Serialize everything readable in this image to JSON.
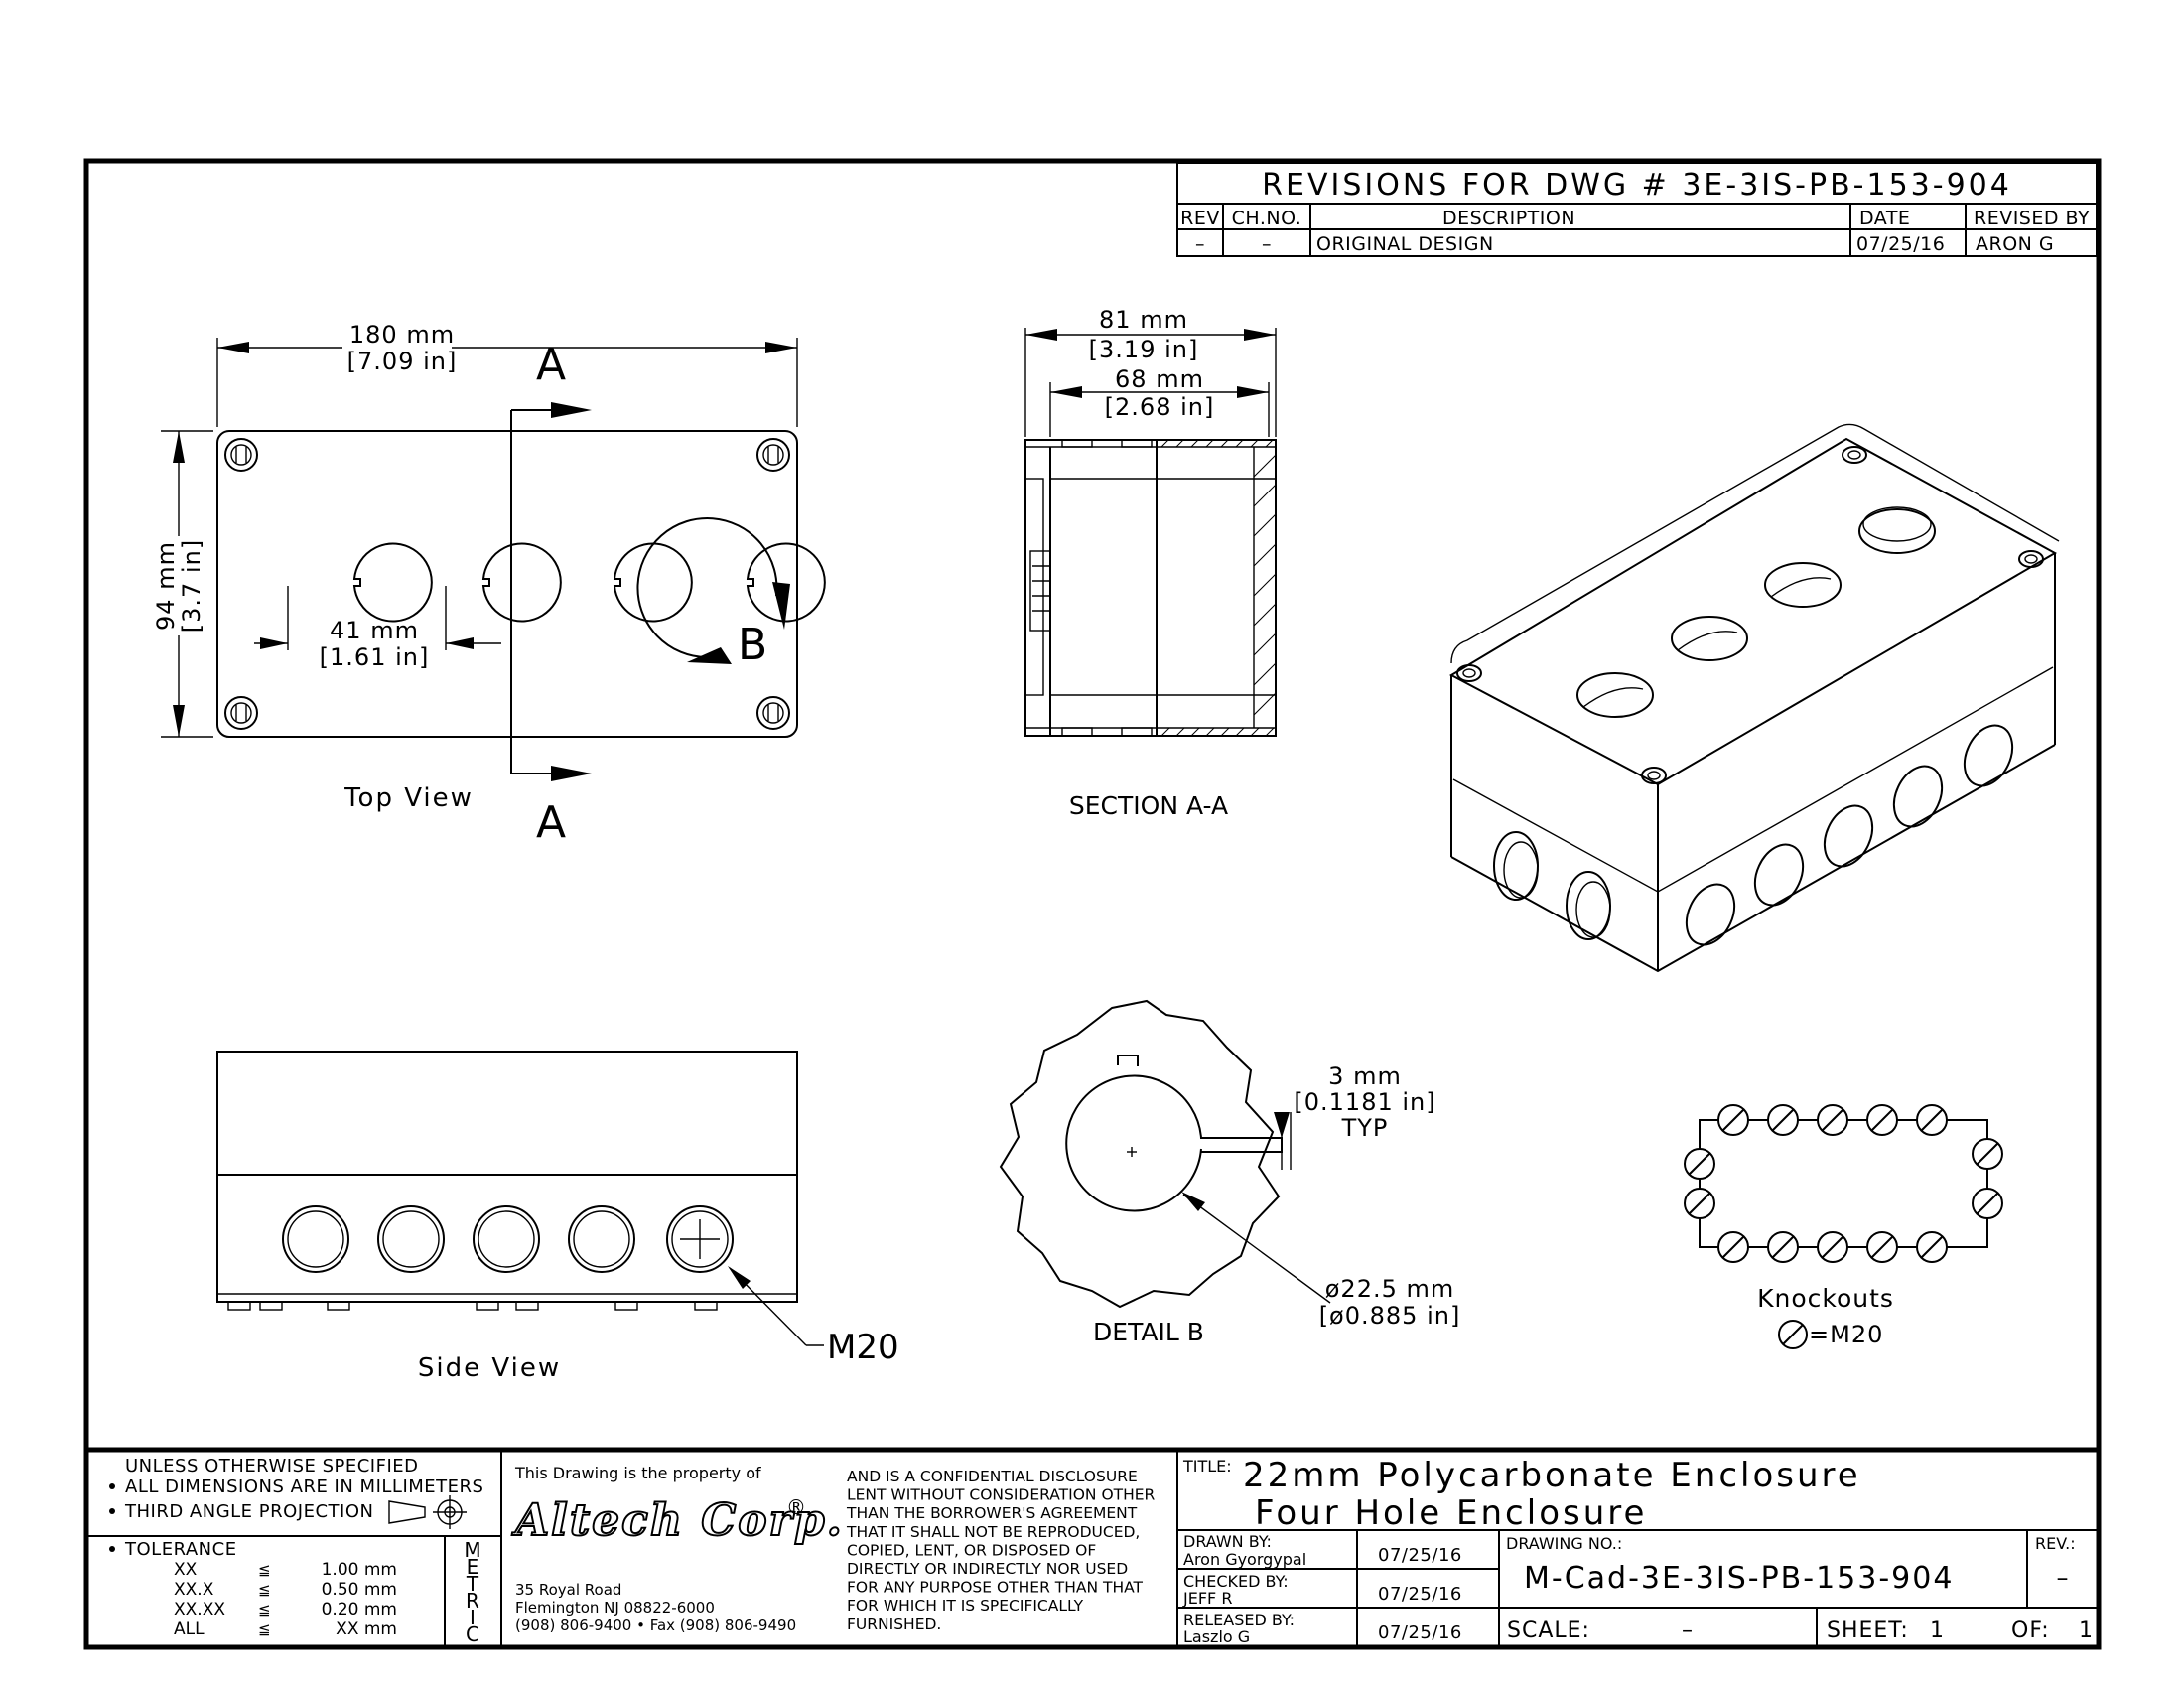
{
  "revisions": {
    "title": "REVISIONS FOR DWG # 3E-3IS-PB-153-904",
    "headers": [
      "REV",
      "CH.NO.",
      "DESCRIPTION",
      "DATE",
      "REVISED BY"
    ],
    "rows": [
      [
        "–",
        "–",
        "ORIGINAL DESIGN",
        "07/25/16",
        "ARON G"
      ]
    ]
  },
  "top_view": {
    "width_mm": "180 mm",
    "width_in": "[7.09 in]",
    "height_mm": "94 mm",
    "height_in": "[3.7 in]",
    "spacing_mm": "41 mm",
    "spacing_in": "[1.61 in]",
    "section_marker": "A",
    "detail_marker": "B",
    "caption": "Top View"
  },
  "section": {
    "outer_mm": "81 mm",
    "outer_in": "[3.19 in]",
    "inner_mm": "68 mm",
    "inner_in": "[2.68 in]",
    "caption": "SECTION A-A"
  },
  "side_view": {
    "caption": "Side View",
    "callout": "M20"
  },
  "detail": {
    "key_mm": "3 mm",
    "key_in": "[0.1181 in]",
    "key_note": "TYP",
    "dia_mm": "ø22.5 mm",
    "dia_in": "[ø0.885 in]",
    "caption": "DETAIL B"
  },
  "knockouts": {
    "caption": "Knockouts",
    "legend": "=M20"
  },
  "notes": {
    "line1": "UNLESS OTHERWISE SPECIFIED",
    "line2": "ALL DIMENSIONS ARE IN MILLIMETERS",
    "line3": "THIRD ANGLE PROJECTION",
    "tolerance_label": "TOLERANCE",
    "tolerances": [
      {
        "k": "XX",
        "s": "≦",
        "v": "1.00 mm"
      },
      {
        "k": "XX.X",
        "s": "≦",
        "v": "0.50 mm"
      },
      {
        "k": "XX.XX",
        "s": "≦",
        "v": "0.20 mm"
      },
      {
        "k": "ALL",
        "s": "≦",
        "v": "XX mm"
      }
    ],
    "metric": [
      "M",
      "E",
      "T",
      "R",
      "I",
      "C"
    ]
  },
  "company": {
    "property_of": "This Drawing is the property of",
    "name": "Altech Corp.",
    "reg": "®",
    "addr1": "35 Royal Road",
    "addr2": "Flemington NJ 08822-6000",
    "addr3": "(908) 806-9400 • Fax (908) 806-9490",
    "disclosure": [
      "AND IS A CONFIDENTIAL DISCLOSURE",
      "LENT WITHOUT CONSIDERATION OTHER",
      "THAN THE BORROWER'S AGREEMENT",
      "THAT IT SHALL NOT BE REPRODUCED,",
      "COPIED, LENT, OR DISPOSED OF",
      "DIRECTLY OR INDIRECTLY NOR USED",
      "FOR ANY PURPOSE OTHER THAN THAT",
      "FOR WHICH IT IS SPECIFICALLY",
      "FURNISHED."
    ]
  },
  "title_block": {
    "title_label": "TITLE:",
    "title1": "22mm Polycarbonate Enclosure",
    "title2": "Four Hole Enclosure",
    "drawn_label": "DRAWN BY:",
    "drawn_name": "Aron Gyorgypal",
    "drawn_date": "07/25/16",
    "checked_label": "CHECKED BY:",
    "checked_name": "JEFF R",
    "checked_date": "07/25/16",
    "released_label": "RELEASED BY:",
    "released_name": "Laszlo G",
    "released_date": "07/25/16",
    "drawing_no_label": "DRAWING NO.:",
    "drawing_no": "M-Cad-3E-3IS-PB-153-904",
    "rev_label": "REV.:",
    "rev": "–",
    "scale_label": "SCALE:",
    "scale": "–",
    "sheet_label": "SHEET:",
    "sheet": "1",
    "of_label": "OF:",
    "of": "1"
  }
}
